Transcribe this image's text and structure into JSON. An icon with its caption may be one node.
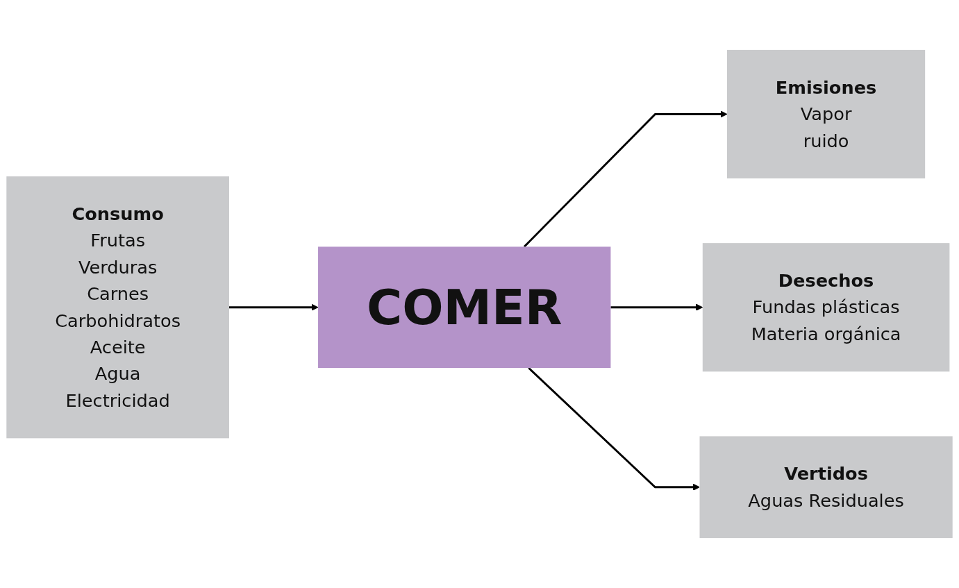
{
  "diagram": {
    "nodes": [
      {
        "text": [
          "Emisiones",
          "Vapor",
          "ruido"
        ]
      },
      {
        "text": [
          "Consumo",
          "Frutas",
          "Verduras",
          "Carnes",
          "Carbohidratos",
          "Aceite",
          "Agua",
          "Electricidad"
        ]
      },
      {
        "text": [
          "COMER"
        ]
      },
      {
        "text": [
          "Desechos",
          "Fundas plásticas",
          "Materia orgánica"
        ]
      },
      {
        "text": [
          "Vertidos",
          "Aguas Residuales"
        ]
      }
    ],
    "edges": [
      {
        "from": 1,
        "to": 2,
        "arrow": "to"
      },
      {
        "from": 2,
        "to": 0,
        "arrow": "to"
      },
      {
        "from": 2,
        "to": 3,
        "arrow": "to"
      },
      {
        "from": 2,
        "to": 4,
        "arrow": "to"
      }
    ]
  }
}
